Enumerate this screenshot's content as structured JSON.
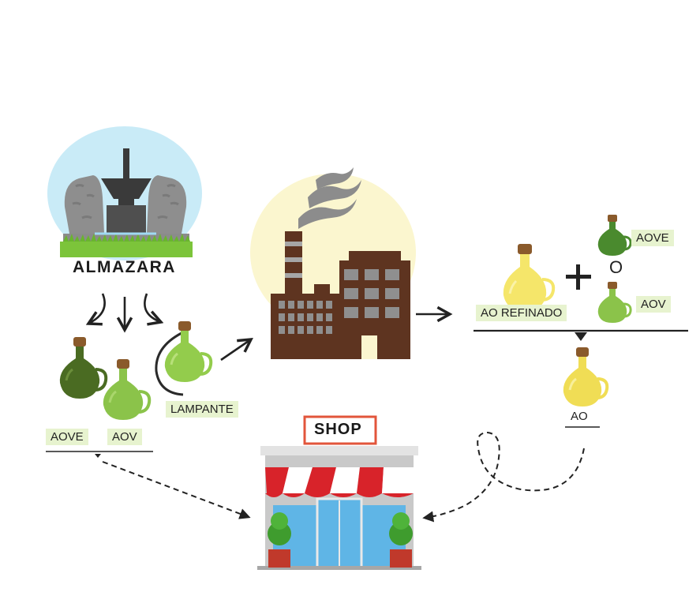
{
  "labels": {
    "almazara": "ALMAZARA",
    "aove_left": "AOVE",
    "aov_left": "AOV",
    "lampante": "LAMPANTE",
    "ao_refinado": "AO REFINADO",
    "aove_right": "AOVE",
    "aov_right": "AOV",
    "or_word": "O",
    "ao": "AO",
    "shop_sign": "SHOP"
  },
  "colors": {
    "extra_virgin_oil": "#4a6b22",
    "virgin_oil": "#8bc34a",
    "lampante_oil": "#93cc4c",
    "refined_oil": "#f5e66a",
    "bottle_cork": "#8a5a2b",
    "factory_brick": "#5e3420",
    "factory_window": "#8f8f8f",
    "factory_sun": "#fbf6cf",
    "mill_sky": "#c9ebf7",
    "mill_stone": "#8c8c8c",
    "grass": "#7cc43a",
    "label_background": "#e7f3cf",
    "awning_red": "#d8232a",
    "shop_glass": "#5fb5e6",
    "shop_sign_border": "#e2553b",
    "plant_pot": "#c0392b",
    "plant_green": "#3f9c2e",
    "ink": "#222222"
  },
  "icons": [
    "oil-mill-icon",
    "olive-oil-bottle-icon",
    "factory-icon",
    "shop-icon",
    "plus-icon",
    "arrow-icon"
  ]
}
